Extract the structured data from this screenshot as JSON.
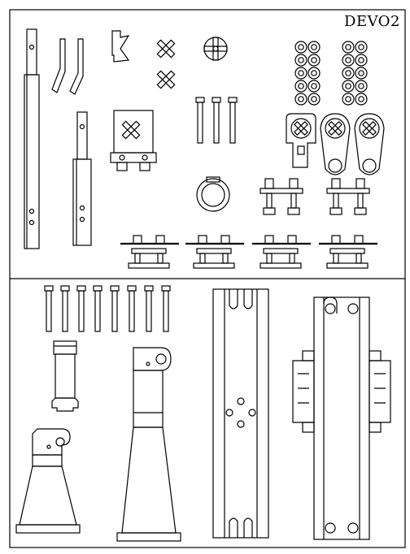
{
  "sheet": {
    "code": "DEVO2"
  },
  "colors": {
    "line": "#000000",
    "paper": "#ffffff"
  },
  "panels": [
    {
      "name": "upper-panel-parts"
    },
    {
      "name": "lower-panel-parts"
    }
  ]
}
